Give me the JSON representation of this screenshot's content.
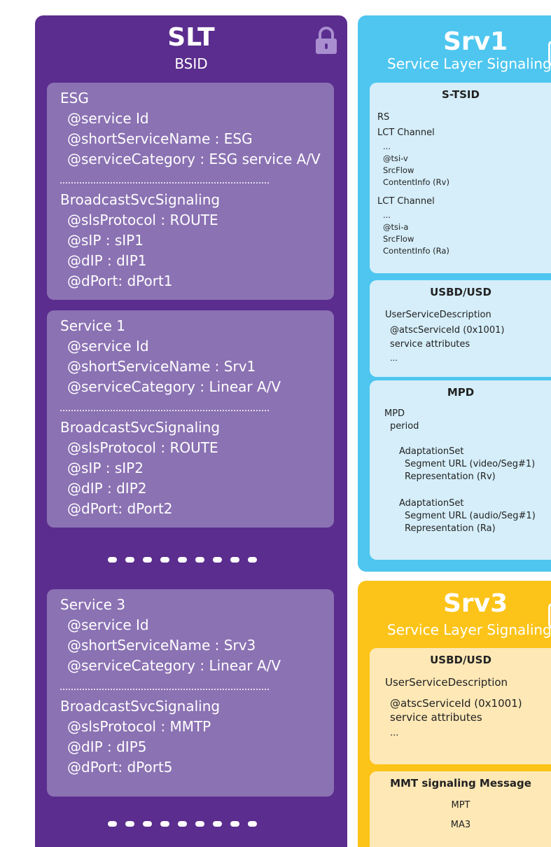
{
  "slt": {
    "title": "SLT",
    "subtitle": "BSID",
    "lock_icon": "lock-icon",
    "boxes": [
      {
        "name": "ESG",
        "attrs": [
          "@service Id",
          "@shortServiceName : ESG",
          "@serviceCategory : ESG service A/V"
        ],
        "signaling_label": "BroadcastSvcSignaling",
        "signaling": [
          "@slsProtocol : ROUTE",
          "@sIP : sIP1",
          "@dIP : dIP1",
          "@dPort: dPort1"
        ]
      },
      {
        "name": "Service 1",
        "attrs": [
          "@service Id",
          "@shortServiceName : Srv1",
          "@serviceCategory : Linear A/V"
        ],
        "signaling_label": "BroadcastSvcSignaling",
        "signaling": [
          "@slsProtocol : ROUTE",
          "@sIP : sIP2",
          "@dIP : dIP2",
          "@dPort: dPort2"
        ]
      },
      {
        "name": "Service 3",
        "attrs": [
          "@service Id",
          "@shortServiceName : Srv3",
          "@serviceCategory : Linear A/V"
        ],
        "signaling_label": "BroadcastSvcSignaling",
        "signaling": [
          "@slsProtocol : MMTP",
          "@dIP : dIP5",
          "@dPort: dPort5"
        ]
      }
    ]
  },
  "srv1": {
    "title": "Srv1",
    "subtitle": "Service Layer Signaling",
    "stsid": {
      "header": "S-TSID",
      "rs": "RS",
      "channel_v": "LCT Channel",
      "ellipsis_v": "...",
      "tsi_v": "@tsi-v",
      "srcflow_v": "SrcFlow",
      "content_v": "ContentInfo (Rv)",
      "channel_a": "LCT Channel",
      "ellipsis_a": "...",
      "tsi_a": "@tsi-a",
      "srcflow_a": "SrcFlow",
      "content_a": "ContentInfo (Ra)"
    },
    "usbd": {
      "header": "USBD/USD",
      "usd": "UserServiceDescription",
      "id": "@atscServiceId (0x1001)",
      "attrs": "service attributes",
      "ellipsis": "..."
    },
    "mpd": {
      "header": "MPD",
      "mpd": "MPD",
      "period": "period",
      "as1": "AdaptationSet",
      "seg1": "Segment URL (video/Seg#1)",
      "rep1": "Representation (Rv)",
      "as2": "AdaptationSet",
      "seg2": "Segment URL (audio/Seg#1)",
      "rep2": "Representation (Ra)"
    }
  },
  "srv3": {
    "title": "Srv3",
    "subtitle": "Service Layer Signaling",
    "usbd": {
      "header": "USBD/USD",
      "usd": "UserServiceDescription",
      "id": "@atscServiceId (0x1001)",
      "attrs": "service attributes",
      "ellipsis": "..."
    },
    "mmt": {
      "header": "MMT signaling Message",
      "mpt": "MPT",
      "ma3": "MA3"
    }
  },
  "colors": {
    "slt_bg": "#5b2d8e",
    "slt_box": "#8b72b3",
    "srv1_bg": "#4ec6ef",
    "srv1_box": "#d5eef9",
    "srv3_bg": "#fcc419",
    "srv3_box": "#fde8b6"
  }
}
